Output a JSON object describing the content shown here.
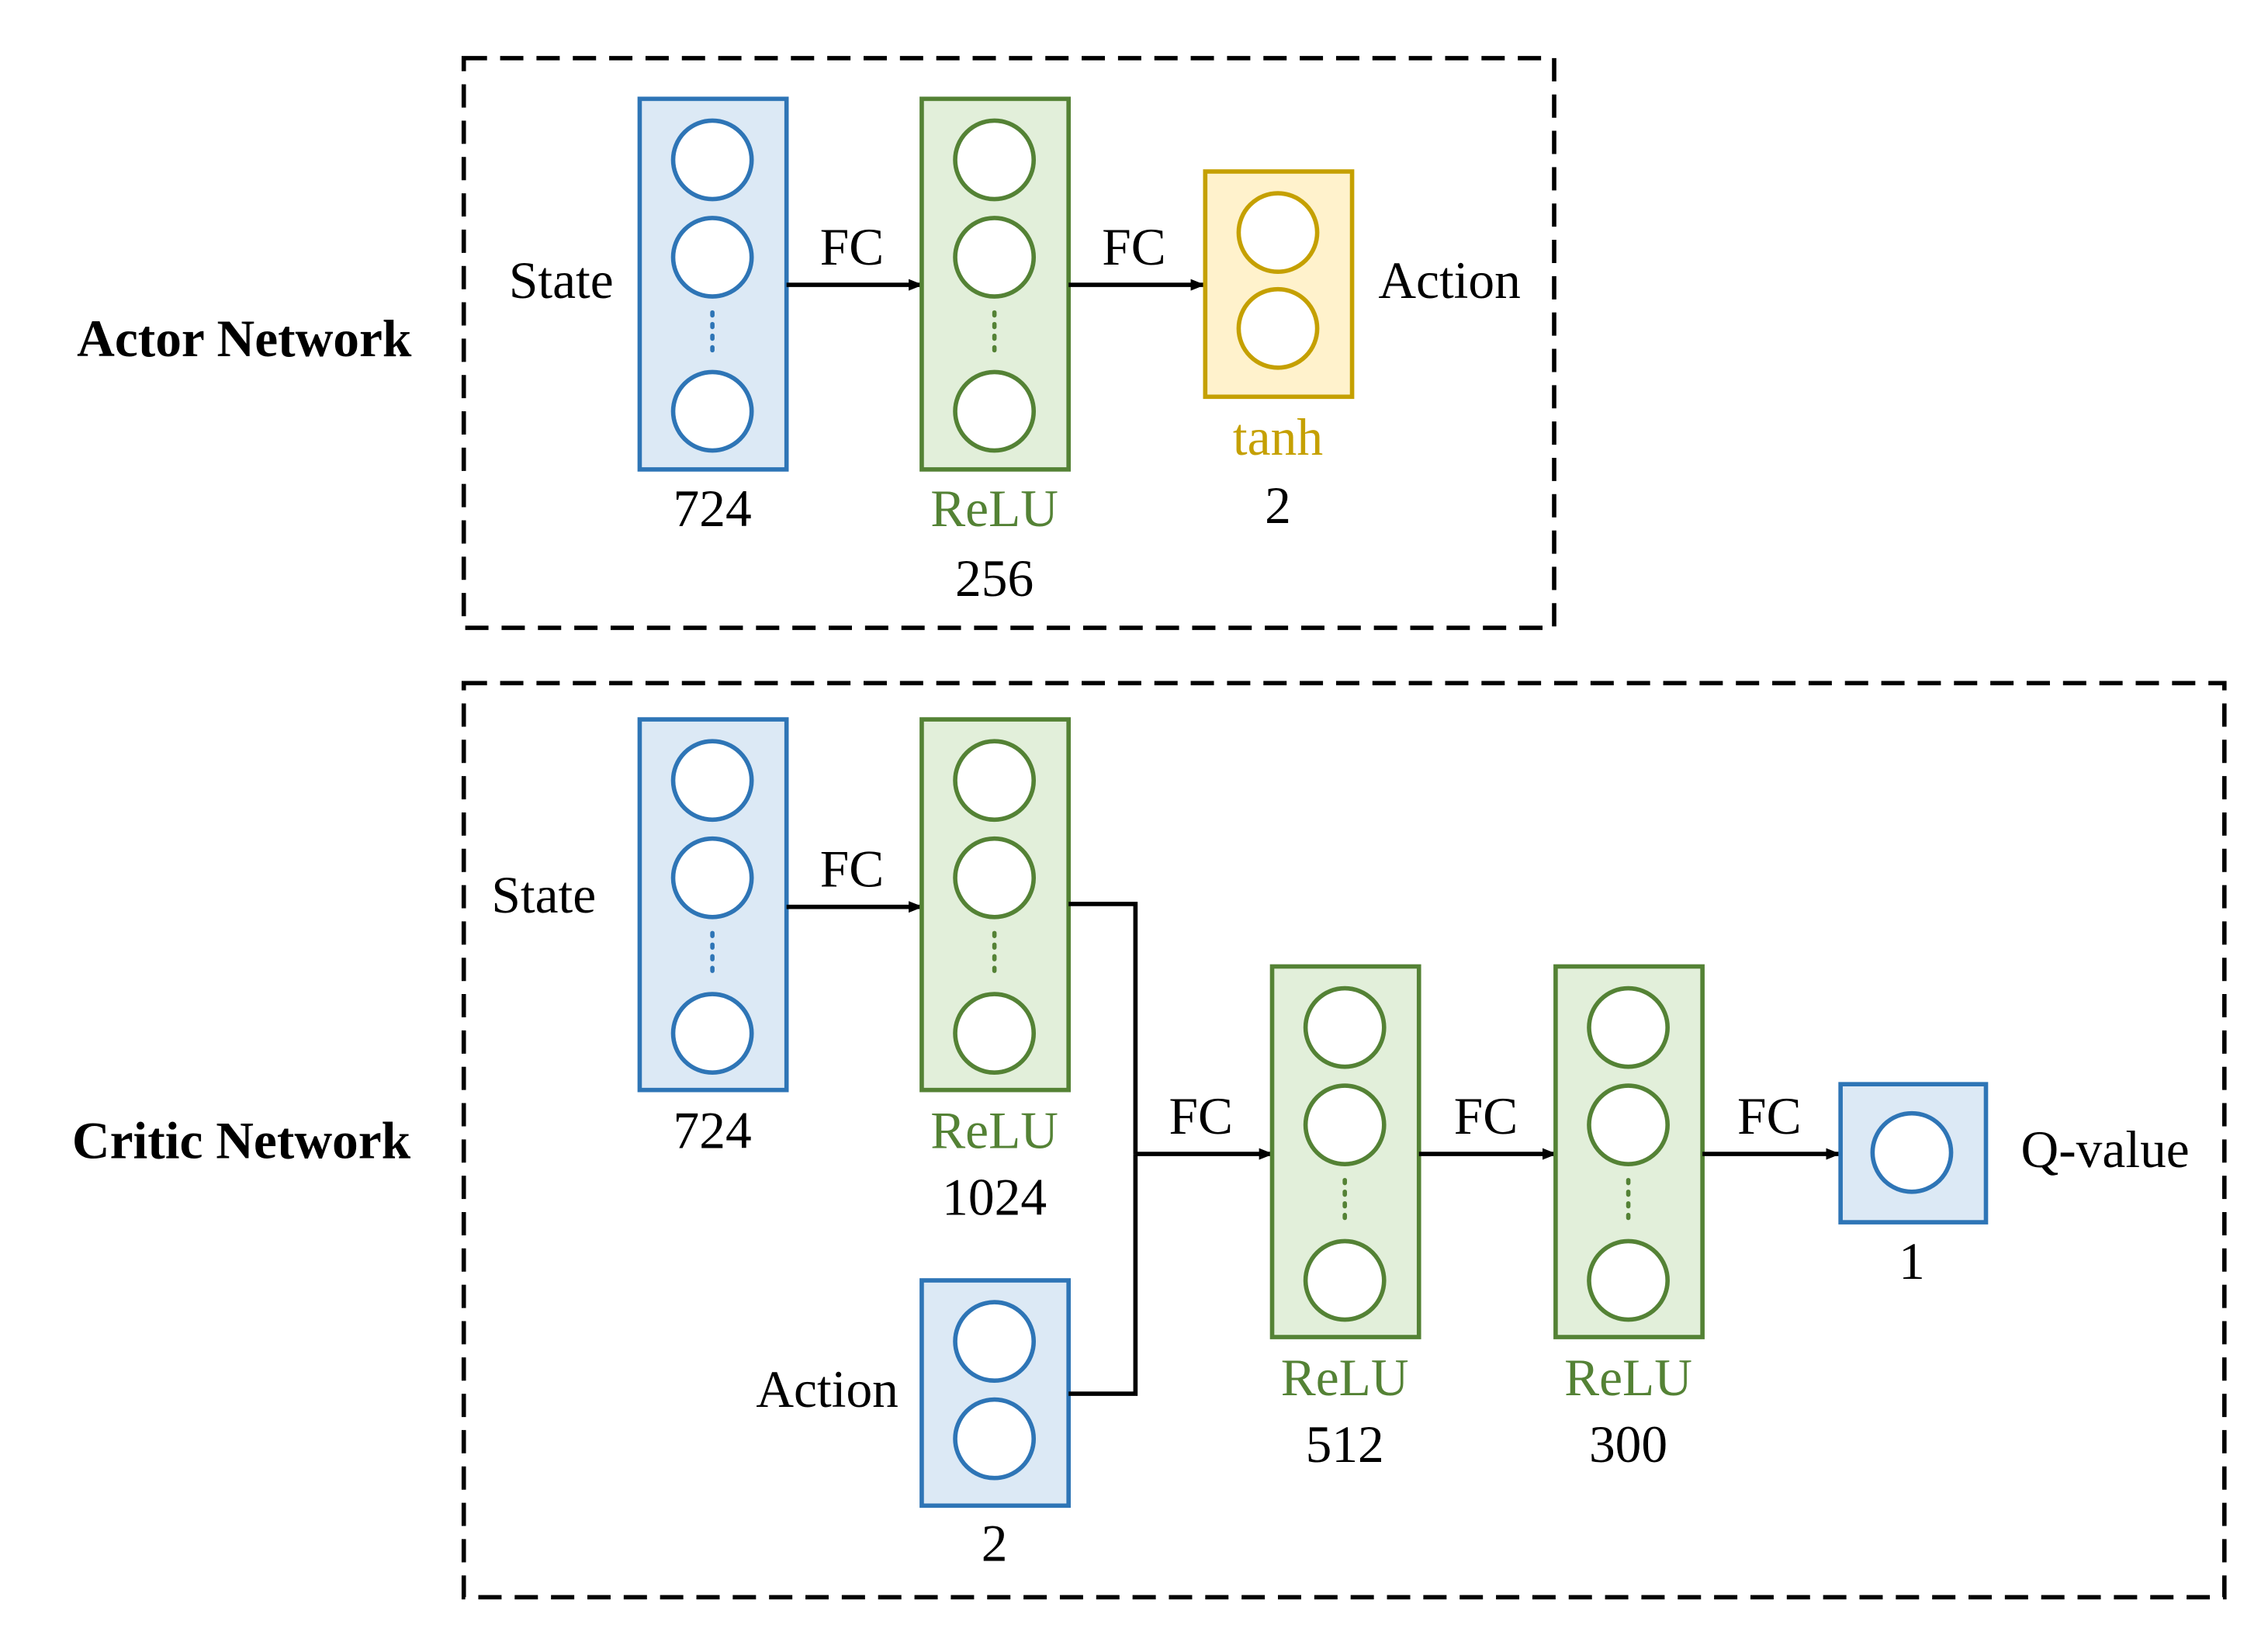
{
  "colors": {
    "blue_fill": "#dce9f5",
    "blue_stroke": "#2e75b6",
    "green_fill": "#e2efda",
    "green_stroke": "#548235",
    "gold_fill": "#fff2cc",
    "gold_stroke": "#c5a000",
    "black": "#000000"
  },
  "actor": {
    "title": "Actor Network",
    "state_label": "State",
    "action_label": "Action",
    "fc1_label": "FC",
    "fc2_label": "FC",
    "layer1_size": "724",
    "layer2_activation": "ReLU",
    "layer2_size": "256",
    "layer3_activation": "tanh",
    "layer3_size": "2"
  },
  "critic": {
    "title": "Critic Network",
    "state_label": "State",
    "action_label": "Action",
    "output_label": "Q-value",
    "fc_state_label": "FC",
    "fc_merge_label": "FC",
    "fc3_label": "FC",
    "fc4_label": "FC",
    "state_size": "724",
    "layer2_activation": "ReLU",
    "layer2_size": "1024",
    "action_size": "2",
    "layer3_activation": "ReLU",
    "layer3_size": "512",
    "layer4_activation": "ReLU",
    "layer4_size": "300",
    "output_size": "1"
  }
}
